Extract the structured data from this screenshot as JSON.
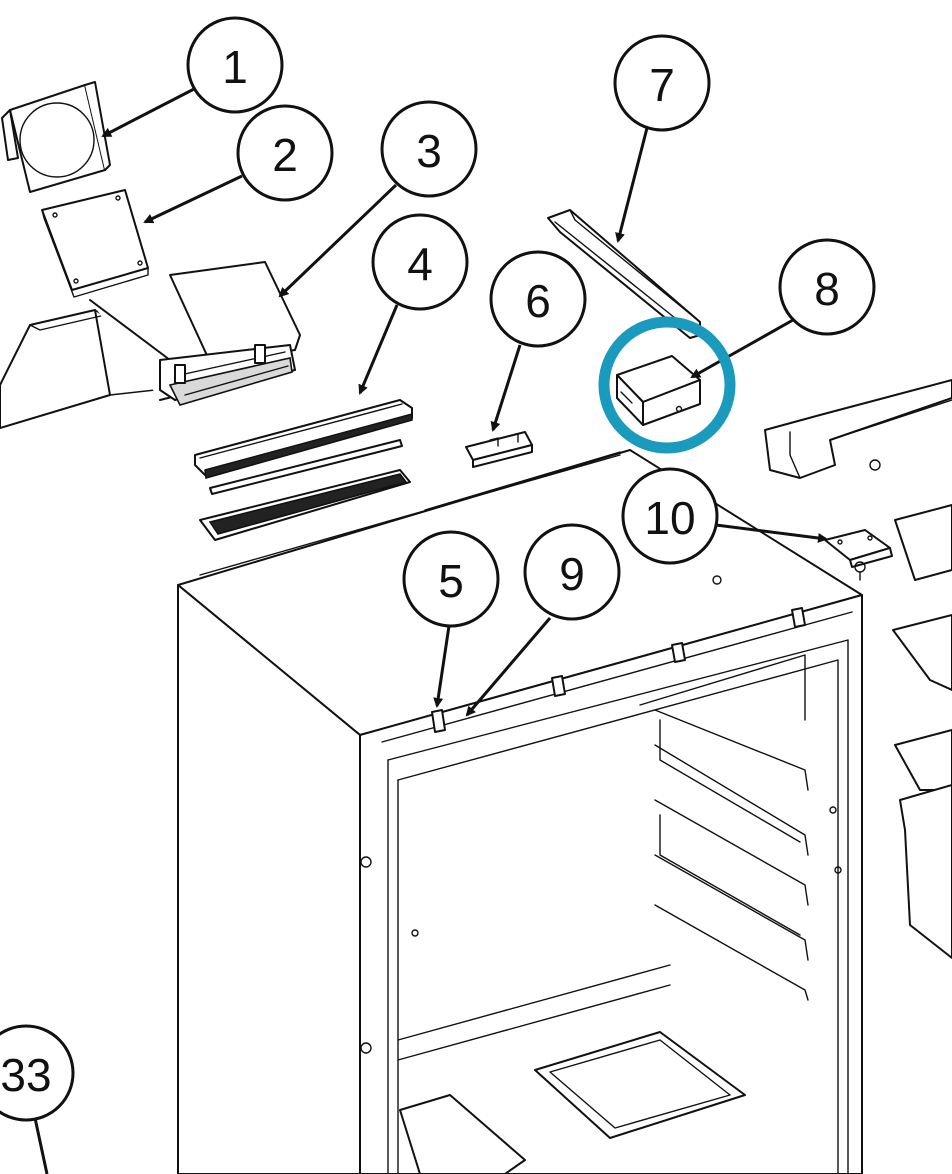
{
  "callouts": [
    {
      "id": "c1",
      "label": "1"
    },
    {
      "id": "c2",
      "label": "2"
    },
    {
      "id": "c3",
      "label": "3"
    },
    {
      "id": "c4",
      "label": "4"
    },
    {
      "id": "c5",
      "label": "5"
    },
    {
      "id": "c6",
      "label": "6"
    },
    {
      "id": "c7",
      "label": "7"
    },
    {
      "id": "c8",
      "label": "8"
    },
    {
      "id": "c9",
      "label": "9"
    },
    {
      "id": "c10",
      "label": "10"
    },
    {
      "id": "c33",
      "label": "33"
    }
  ],
  "highlight": {
    "target": "8",
    "color": "#1a9bbd"
  }
}
